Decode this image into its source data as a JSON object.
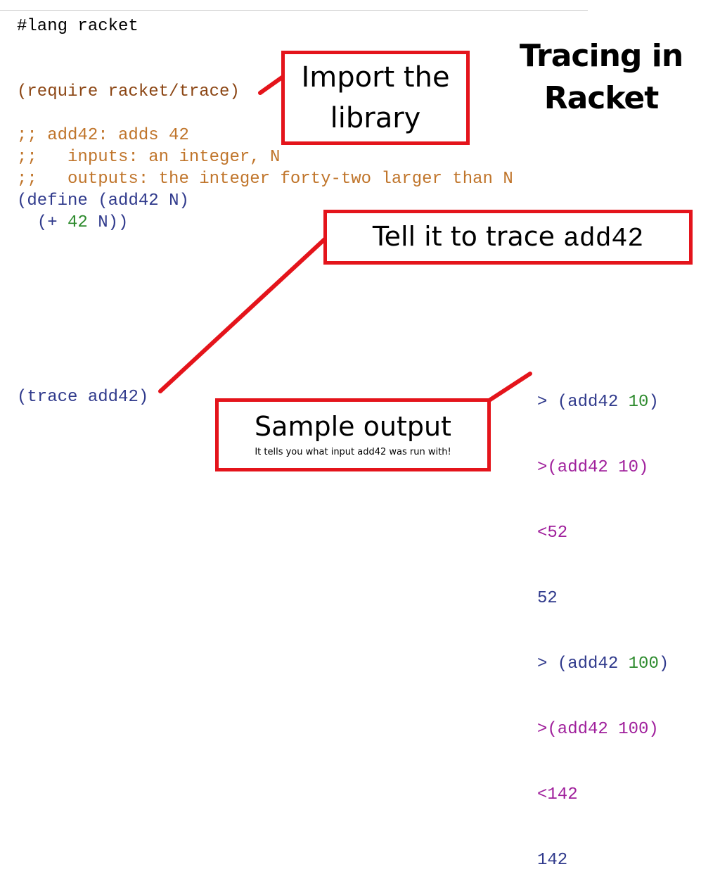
{
  "code": {
    "lang": "#lang racket",
    "require": {
      "open": "(require ",
      "lib": "racket/trace",
      "close": ")"
    },
    "comment1": ";; add42: adds 42",
    "comment2": ";;   inputs: an integer, N",
    "comment3": ";;   outputs: the integer forty-two larger than N",
    "define": {
      "open": "(",
      "kw": "define",
      "sp": " (",
      "name": "add42",
      "sp2": " ",
      "arg": "N",
      "close": ")"
    },
    "body": {
      "indent": "  (",
      "op": "+",
      "sp": " ",
      "num": "42",
      "sp2": " ",
      "arg": "N",
      "close": "))"
    },
    "trace": {
      "open": "(",
      "kw": "trace",
      "sp": " ",
      "name": "add42",
      "close": ")"
    }
  },
  "title": {
    "line1": "Tracing in",
    "line2": "Racket"
  },
  "callouts": {
    "import": {
      "line1": "Import the",
      "line2": "library"
    },
    "trace": {
      "text": "Tell it to trace ",
      "code": "add42"
    },
    "sample": {
      "main": "Sample output",
      "sub": "It tells you what input add42 was run with!"
    }
  },
  "output": {
    "lines": [
      {
        "prefix": "> (",
        "fn": "add42",
        "sp": " ",
        "num": "10",
        "close": ")"
      },
      {
        "prefix": ">(add42 10)"
      },
      {
        "prefix": "<52"
      },
      {
        "prefix": "52"
      },
      {
        "prefix": "> (",
        "fn": "add42",
        "sp": " ",
        "num": "100",
        "close": ")"
      },
      {
        "prefix": ">(add42 100)"
      },
      {
        "prefix": "<142"
      },
      {
        "prefix": "142"
      }
    ]
  },
  "colors": {
    "callout_border": "#e4141b",
    "keyword": "#303a8c",
    "comment": "#c0752b",
    "number": "#2e8b2e",
    "trace_output": "#a0209c"
  }
}
